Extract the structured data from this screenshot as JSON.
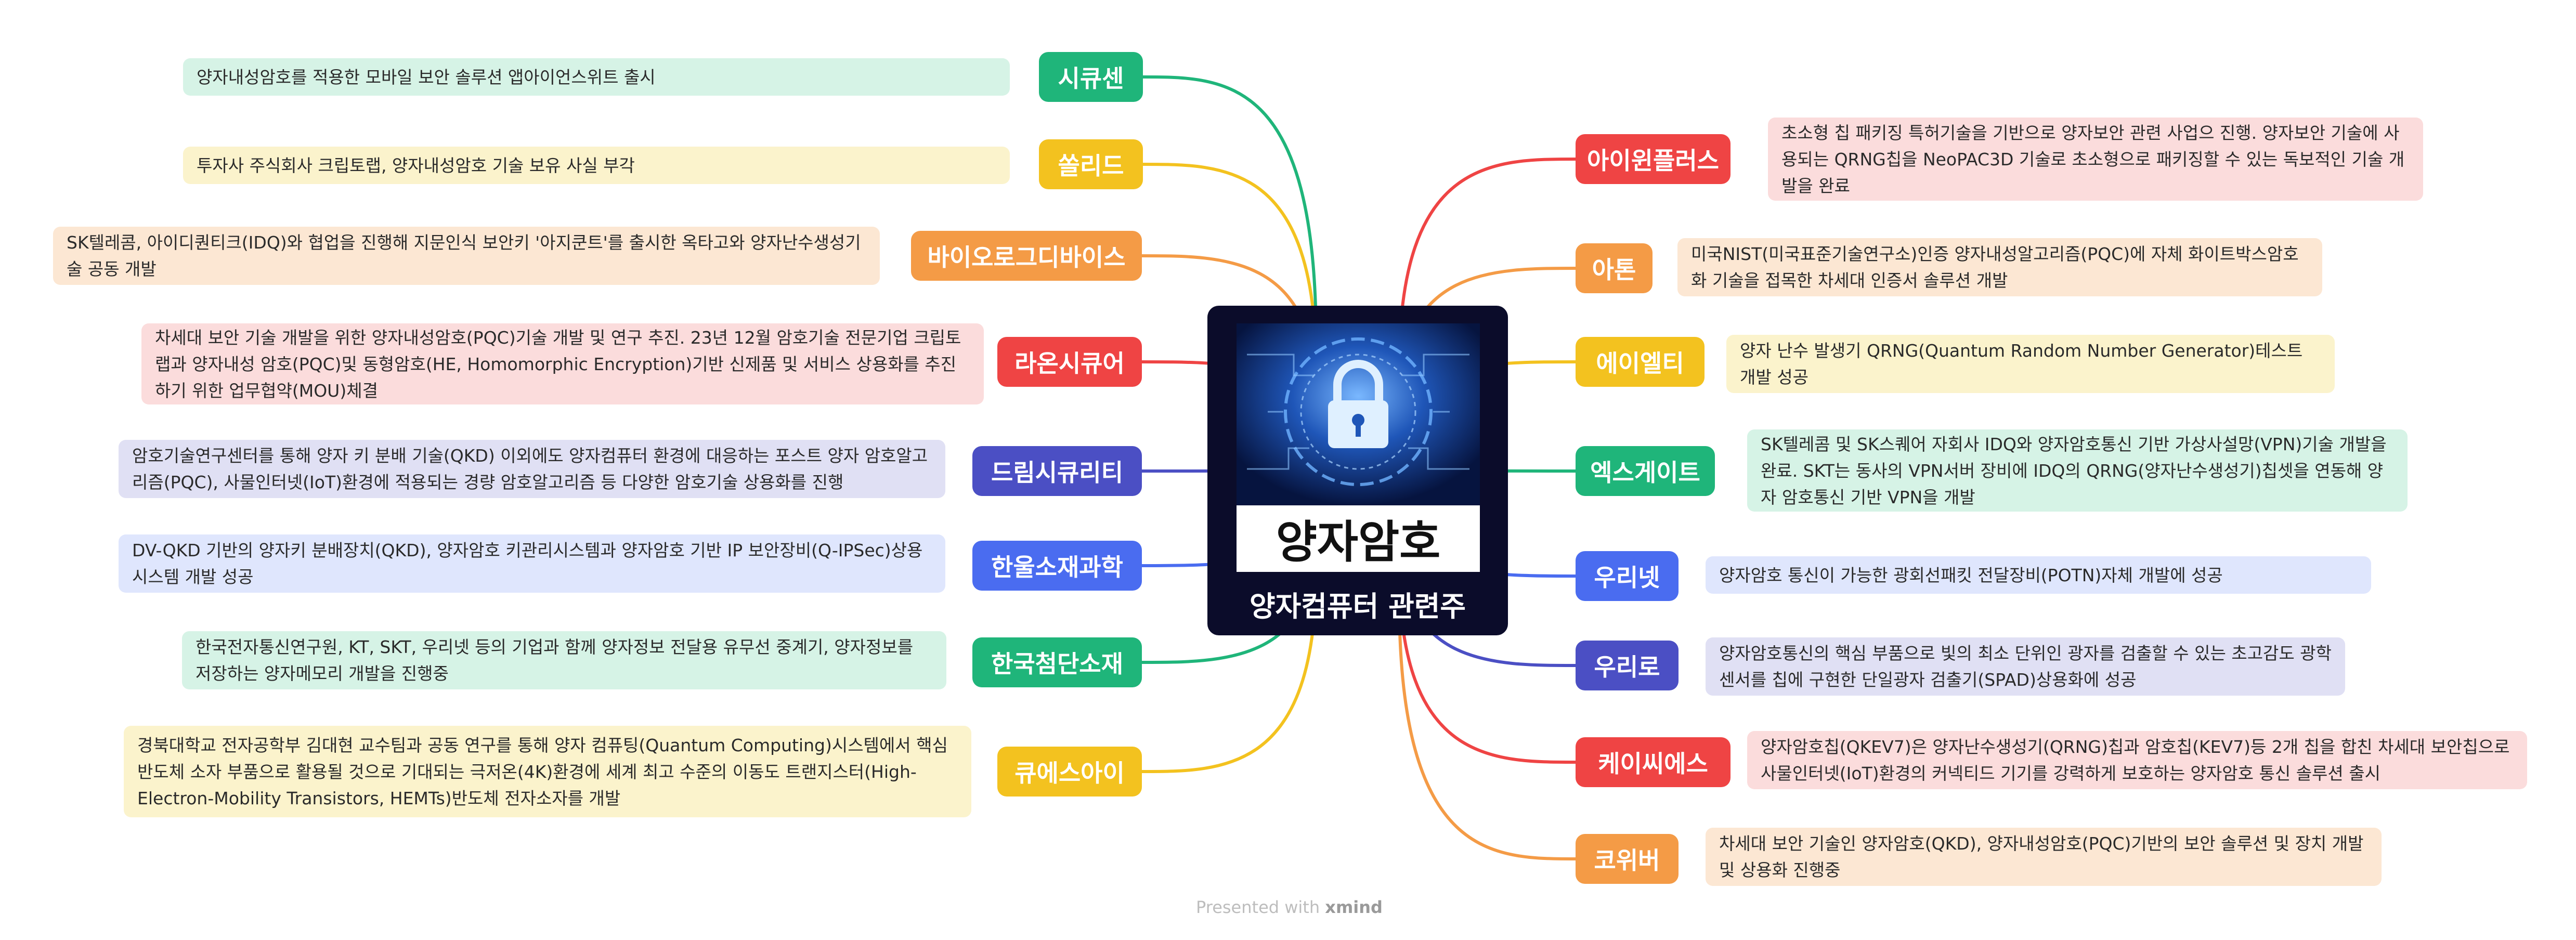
{
  "center": {
    "image_text": "양자암호",
    "caption": "양자컴퓨터 관련주",
    "image_icon": "padlock-circuit-icon"
  },
  "footer": {
    "prefix": "Presented with",
    "brand": "xmind"
  },
  "left_branches": [
    {
      "company": "시큐센",
      "color": "#1FB57A",
      "note_bg": "#D6F3E6",
      "note": "양자내성암호를 적용한 모바일 보안 솔루션 앱아이언스위트 출시"
    },
    {
      "company": "쏠리드",
      "color": "#F3C21F",
      "note_bg": "#FBF3CC",
      "note": "투자사 주식회사 크립토랩, 양자내성암호 기술 보유 사실 부각"
    },
    {
      "company": "바이오로그디바이스",
      "color": "#F49B46",
      "note_bg": "#FCE7D3",
      "note": "SK텔레콤, 아이디퀀티크(IDQ)와 협업을 진행해 지문인식 보안키 '아지쿤트'를 출시한 옥타고와 양자난수생성기 술 공동 개발"
    },
    {
      "company": "라온시큐어",
      "color": "#EF4444",
      "note_bg": "#FBDCDC",
      "note": "차세대 보안 기술 개발을 위한 양자내성암호(PQC)기술 개발 및 연구 추진. 23년 12월 암호기술 전문기업 크립토랩과 양자내성 암호(PQC)및 동형암호(HE, Homomorphic Encryption)기반 신제품 및 서비스 상용화를 추진하기 위한 업무협약(MOU)체결"
    },
    {
      "company": "드림시큐리티",
      "color": "#4B4FC4",
      "note_bg": "#E0E0F4",
      "note": "암호기술연구센터를 통해 양자 키 분배 기술(QKD) 이외에도 양자컴퓨터 환경에 대응하는 포스트 양자 암호알고리즘(PQC), 사물인터넷(IoT)환경에 적용되는 경량 암호알고리즘 등 다양한 암호기술 상용화를 진행"
    },
    {
      "company": "한울소재과학",
      "color": "#4A6CF0",
      "note_bg": "#DFE6FD",
      "note": "DV-QKD 기반의 양자키 분배장치(QKD), 양자암호 키관리시스템과 양자암호 기반 IP 보안장비(Q-IPSec)상용 시스템 개발 성공"
    },
    {
      "company": "한국첨단소재",
      "color": "#1FB57A",
      "note_bg": "#D6F3E6",
      "note": "한국전자통신연구원, KT, SKT, 우리넷 등의 기업과 함께 양자정보 전달용 유무선 중계기, 양자정보를 저장하는 양자메모리 개발을 진행중"
    },
    {
      "company": "큐에스아이",
      "color": "#F3C21F",
      "note_bg": "#FBF3CC",
      "note": "경북대학교 전자공학부 김대현 교수팀과 공동 연구를 통해 양자 컴퓨팅(Quantum Computing)시스템에서 핵심 반도체 소자 부품으로 활용될 것으로 기대되는 극저온(4K)환경에 세계 최고 수준의 이동도 트랜지스터(High-Electron-Mobility Transistors, HEMTs)반도체 전자소자를 개발"
    }
  ],
  "right_branches": [
    {
      "company": "아이윈플러스",
      "color": "#EF4444",
      "note_bg": "#FBDCDC",
      "note": "초소형 칩 패키징 특허기술을 기반으로 양자보안 관련 사업으 진행. 양자보안 기술에 사용되는 QRNG칩을 NeoPAC3D 기술로 초소형으로 패키징할 수 있는 독보적인 기술 개발을 완료"
    },
    {
      "company": "아톤",
      "color": "#F49B46",
      "note_bg": "#FCE7D3",
      "note": "미국NIST(미국표준기술연구소)인증 양자내성알고리즘(PQC)에 자체 화이트박스암호화 기술을 접목한 차세대 인증서 솔루션 개발"
    },
    {
      "company": "에이엘티",
      "color": "#F3C21F",
      "note_bg": "#FBF3CC",
      "note": "양자 난수 발생기 QRNG(Quantum Random Number Generator)테스트 개발 성공"
    },
    {
      "company": "엑스게이트",
      "color": "#1FB57A",
      "note_bg": "#D6F3E6",
      "note": "SK텔레콤 및 SK스퀘어 자회사 IDQ와 양자암호통신 기반 가상사설망(VPN)기술 개발을 완료. SKT는 동사의 VPN서버 장비에 IDQ의 QRNG(양자난수생성기)칩셋을 연동해 양자 암호통신 기반 VPN을 개발"
    },
    {
      "company": "우리넷",
      "color": "#4A6CF0",
      "note_bg": "#DFE6FD",
      "note": "양자암호 통신이 가능한 광회선패킷 전달장비(POTN)자체 개발에 성공"
    },
    {
      "company": "우리로",
      "color": "#4B4FC4",
      "note_bg": "#E0E0F4",
      "note": "양자암호통신의 핵심 부품으로 빛의 최소 단위인 광자를 검출할 수 있는 초고감도 광학센서를 칩에 구현한 단일광자 검출기(SPAD)상용화에 성공"
    },
    {
      "company": "케이씨에스",
      "color": "#EF4444",
      "note_bg": "#FBDCDC",
      "note": "양자암호칩(QKEV7)은 양자난수생성기(QRNG)칩과 암호칩(KEV7)등 2개 칩을 합친 차세대 보안칩으로 사물인터넷(IoT)환경의 커넥티드 기기를 강력하게 보호하는 양자암호 통신 솔루션 출시"
    },
    {
      "company": "코위버",
      "color": "#F49B46",
      "note_bg": "#FCE7D3",
      "note": "차세대 보안 기술인 양자암호(QKD), 양자내성암호(PQC)기반의 보안 솔루션 및 장치 개발 및 상용화 진행중"
    }
  ]
}
